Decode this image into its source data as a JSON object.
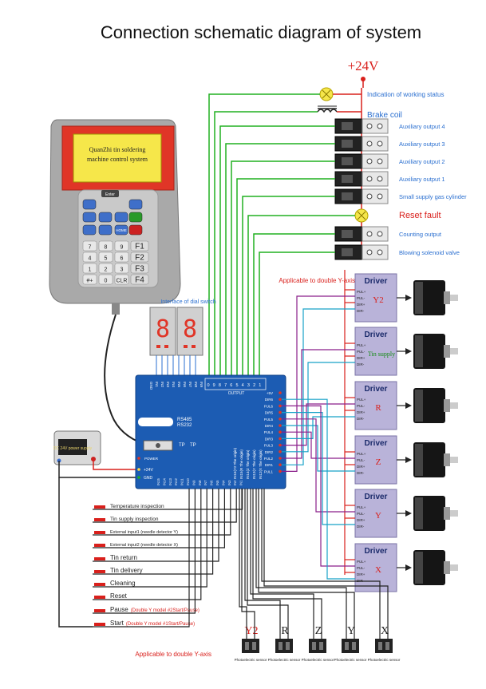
{
  "title": "Connection schematic diagram of system",
  "power": {
    "supply_label": "+24V",
    "working_status_label": "Indication of working status",
    "brake_coil_label": "Brake coil",
    "reset_fault_label": "Reset fault"
  },
  "outputs": [
    {
      "label": "Auxiliary output 4"
    },
    {
      "label": "Auxiliary output 3"
    },
    {
      "label": "Auxiliary output 2"
    },
    {
      "label": "Auxiliary output 1"
    },
    {
      "label": "Small supply gas cylinder"
    },
    {
      "label": "Counting output"
    },
    {
      "label": "Blowing solenoid valve"
    }
  ],
  "controller": {
    "screen_line1": "QuanZhi tin soldering",
    "screen_line2": "machine control system",
    "keys": [
      "F1",
      "F2",
      "F3",
      "F4",
      "7",
      "8",
      "9",
      "4",
      "5",
      "6",
      "1",
      "2",
      "3",
      "#+",
      "0",
      "CLR",
      "HOME",
      "Enter"
    ]
  },
  "dial_switch_label": "Interface of dial switch",
  "power_supply": {
    "display": "DC 24V power supply"
  },
  "board": {
    "output_label": "OUTPUT",
    "output_pins": [
      "0",
      "9",
      "8",
      "7",
      "6",
      "5",
      "4",
      "3",
      "2",
      "1"
    ],
    "rs_label1": "RS485",
    "rs_label2": "RS232",
    "tp_label1": "TP",
    "tp_label2": "TP",
    "power_led_label": "POWER",
    "v24_label": "+24V",
    "gnd_label": "GND",
    "right_pins": [
      "+5V",
      "DIR6",
      "PUL6",
      "DIR5",
      "PUL5",
      "DIR4",
      "PUL4",
      "DIR3",
      "PUL3",
      "DIR2",
      "PUL2",
      "DIR1",
      "PUL1"
    ],
    "origin_labels": [
      "IN16(Y2 The origin)",
      "IN15(R The origin)",
      "IN14(Z The origin)",
      "IN13(Y The origin)",
      "IN12(X The origin)"
    ],
    "bottom_pins": [
      "IN15",
      "IN14",
      "IN13",
      "IN12",
      "IN11",
      "IN10",
      "IN9",
      "IN8",
      "IN7",
      "IN6",
      "IN5",
      "IN4",
      "IN3",
      "IN2",
      "IN1"
    ],
    "top_pins": [
      "GND",
      "IN1",
      "IN2",
      "IN3",
      "IN4",
      "IN5",
      "IN6",
      "IN7",
      "IN8",
      "IN9"
    ]
  },
  "double_y_label": "Applicable to double Y-axis",
  "drivers": [
    {
      "title": "Driver",
      "axis": "Y2",
      "pins": [
        "PUL+",
        "PUL-",
        "DIR+",
        "DIR-"
      ]
    },
    {
      "title": "Driver",
      "axis": "Tin supply",
      "pins": [
        "PUL+",
        "PUL-",
        "DIR+",
        "DIR-"
      ]
    },
    {
      "title": "Driver",
      "axis": "R",
      "pins": [
        "PUL+",
        "PUL-",
        "DIR+",
        "DIR-"
      ]
    },
    {
      "title": "Driver",
      "axis": "Z",
      "pins": [
        "PUL+",
        "PUL-",
        "DIR+",
        "DIR-"
      ]
    },
    {
      "title": "Driver",
      "axis": "Y",
      "pins": [
        "PUL+",
        "PUL-",
        "DIR+",
        "DIR-"
      ]
    },
    {
      "title": "Driver",
      "axis": "X",
      "pins": [
        "PUL+",
        "PUL-",
        "DIR+",
        "DIR-"
      ]
    }
  ],
  "inputs": [
    {
      "label": "Temperature inspection"
    },
    {
      "label": "Tin supply inspection"
    },
    {
      "label": "External input1 (needle detector Y)"
    },
    {
      "label": "External input2 (needle detector X)"
    },
    {
      "label": "Tin return"
    },
    {
      "label": "Tin delivery"
    },
    {
      "label": "Cleaning"
    },
    {
      "label": "Reset"
    },
    {
      "label": "Pause",
      "extra": "(Double Y model  #2Start/Pause)"
    },
    {
      "label": "Start",
      "extra": "(Double Y model  #1Start/Pause)"
    }
  ],
  "sensors": {
    "axes": [
      "Y2",
      "R",
      "Z",
      "Y",
      "X"
    ],
    "label": "Photoelectric sensor",
    "double_y_label": "Applicable to double Y-axis"
  },
  "colors": {
    "red": "#d9201c",
    "green": "#20b020",
    "blue": "#2a6fd0",
    "purple": "#8a1f8a",
    "cyan": "#17a2c8",
    "driver_fill": "#b9b3d9",
    "board_fill": "#1c5cb3"
  }
}
